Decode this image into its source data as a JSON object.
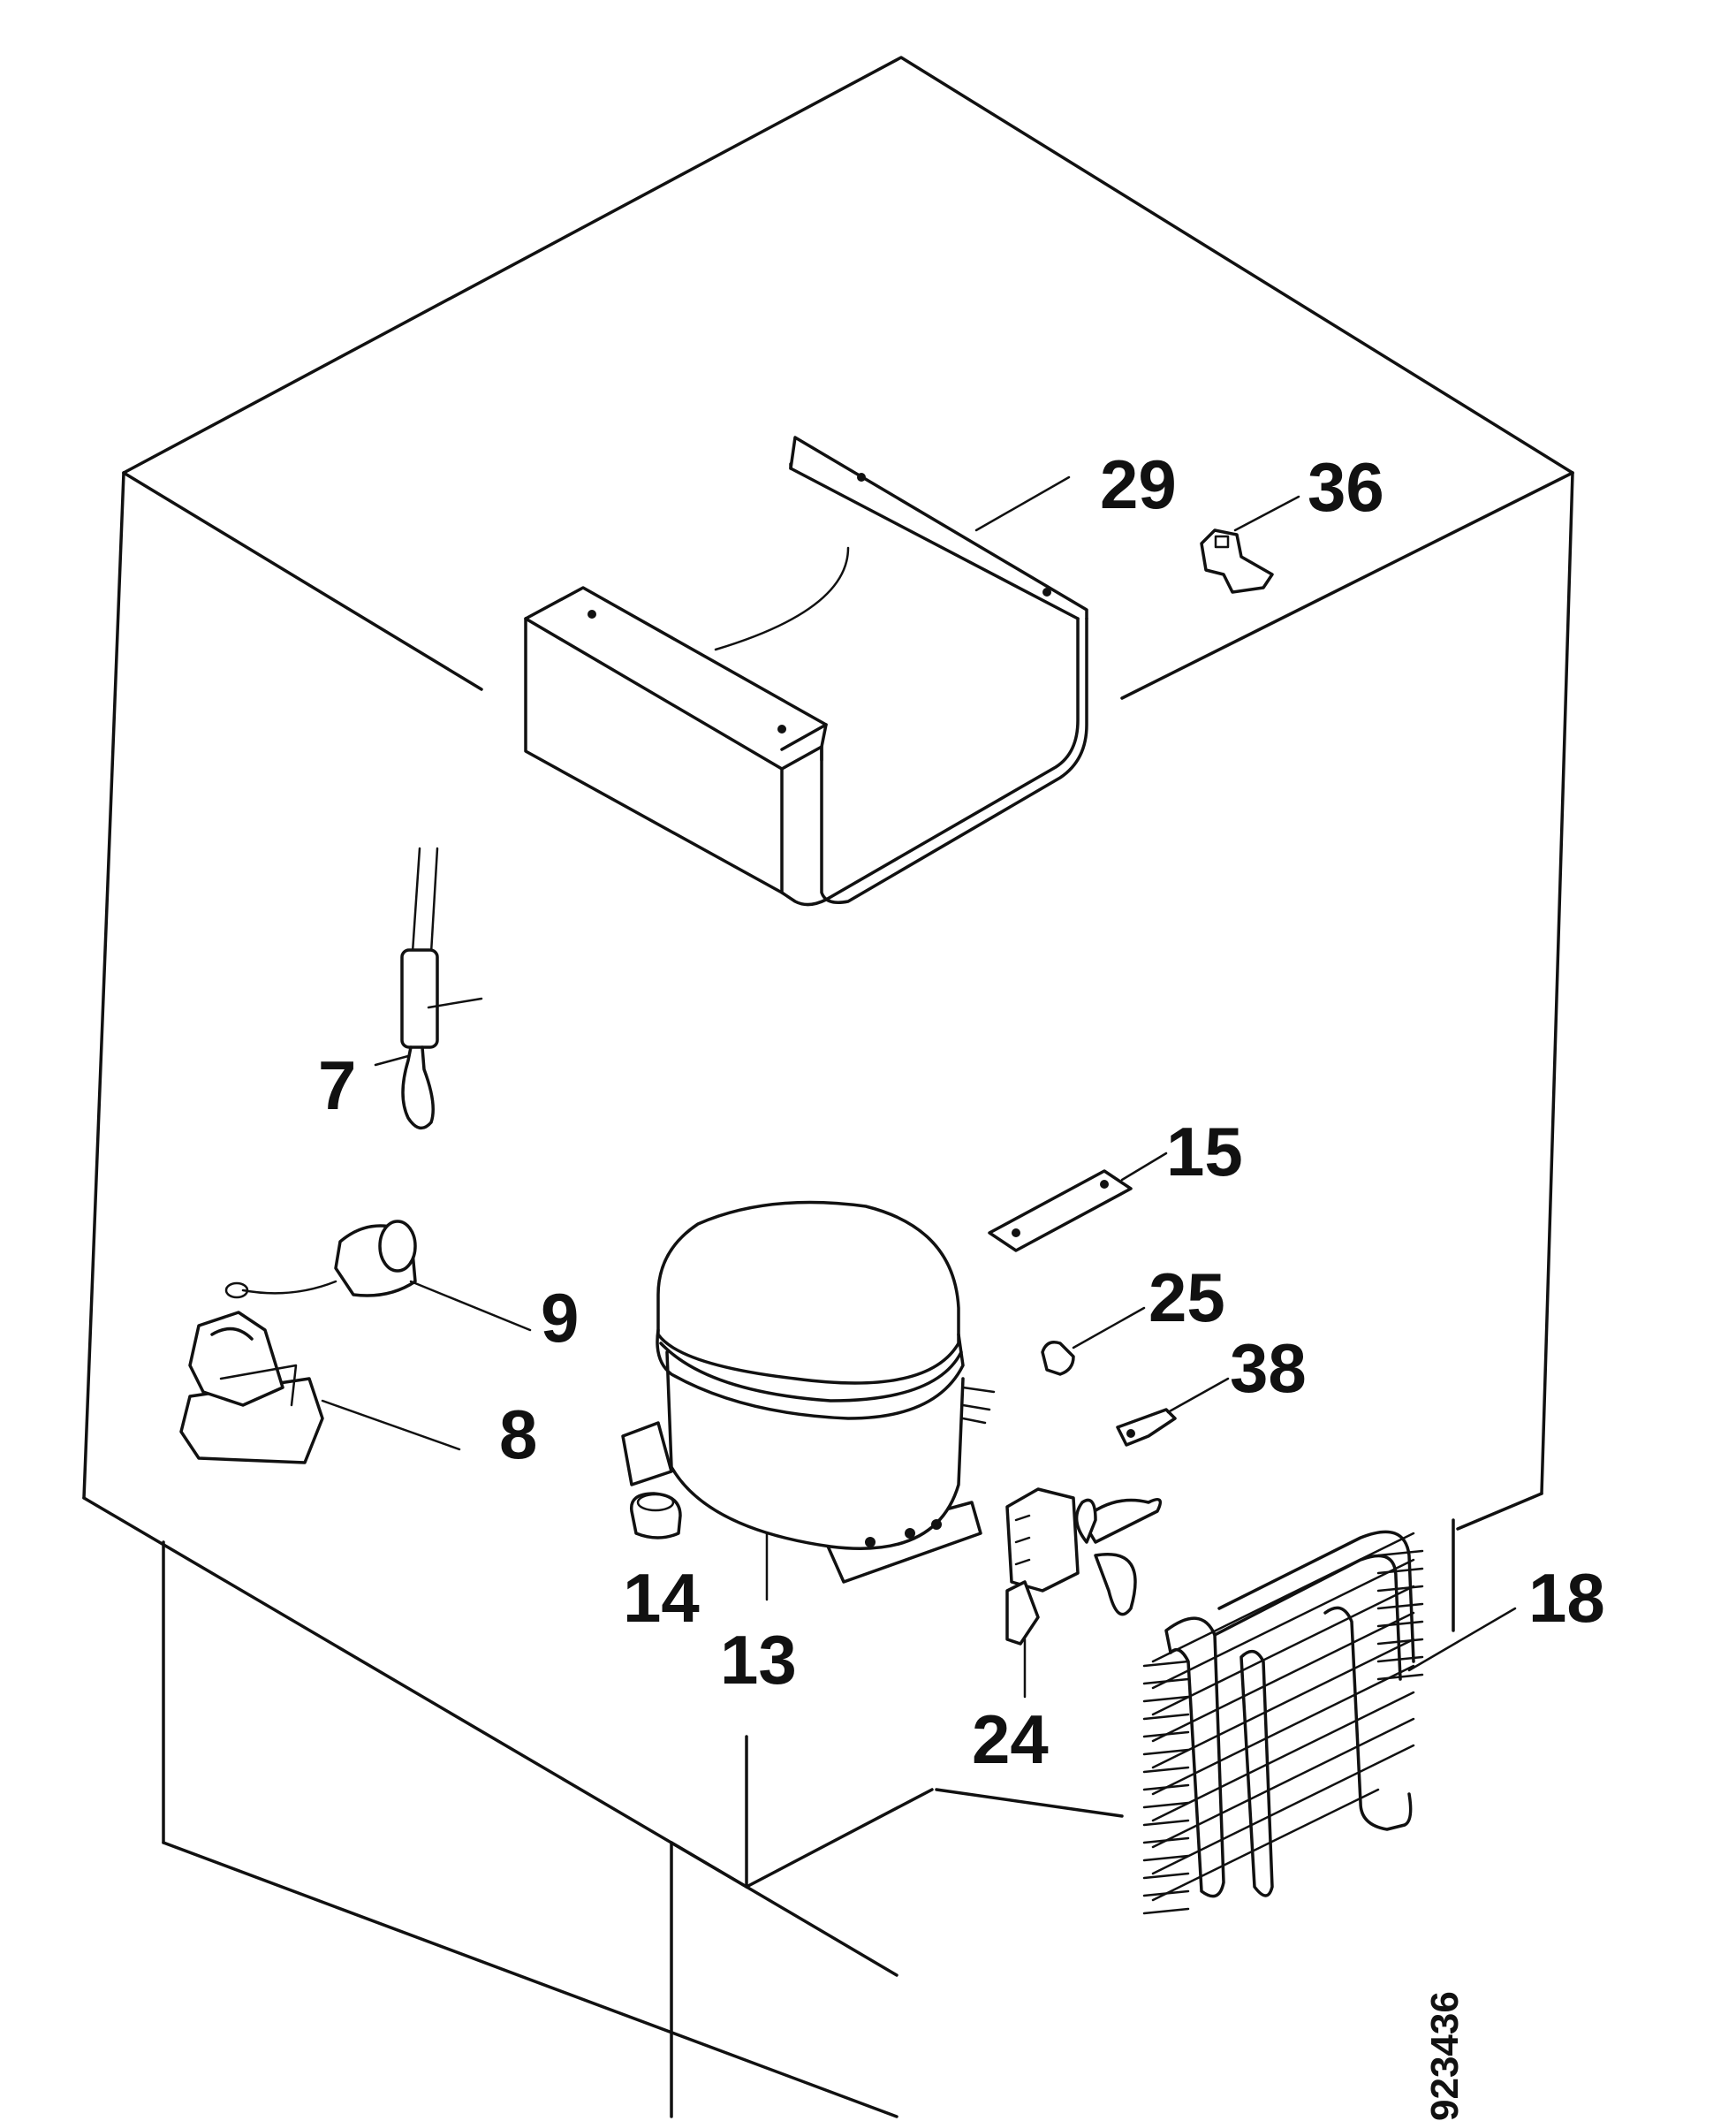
{
  "figure": {
    "catalog_number": "923436"
  },
  "parts": [
    {
      "id": "part-7",
      "label": "7"
    },
    {
      "id": "part-8",
      "label": "8"
    },
    {
      "id": "part-9",
      "label": "9"
    },
    {
      "id": "part-13",
      "label": "13"
    },
    {
      "id": "part-14",
      "label": "14"
    },
    {
      "id": "part-15",
      "label": "15"
    },
    {
      "id": "part-18",
      "label": "18"
    },
    {
      "id": "part-24",
      "label": "24"
    },
    {
      "id": "part-25",
      "label": "25"
    },
    {
      "id": "part-29",
      "label": "29"
    },
    {
      "id": "part-36",
      "label": "36"
    },
    {
      "id": "part-38",
      "label": "38"
    }
  ]
}
